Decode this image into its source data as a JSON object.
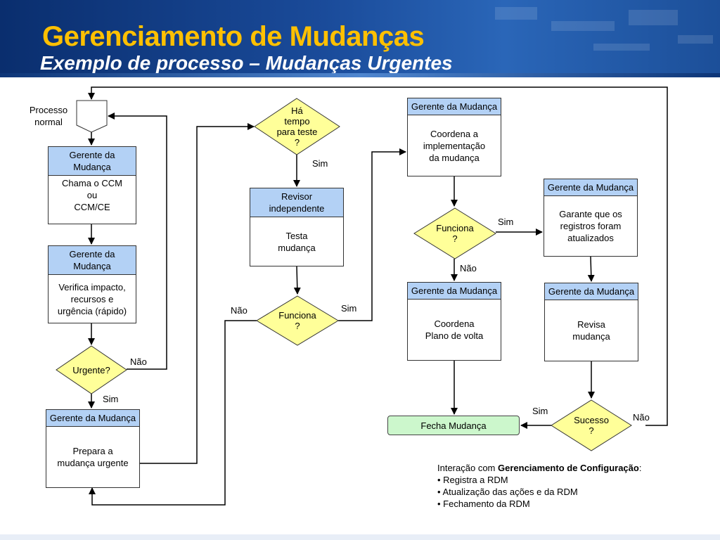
{
  "header": {
    "title": "Gerenciamento de Mudanças",
    "subtitle": "Exemplo de processo – Mudanças Urgentes"
  },
  "labels": {
    "normal_process": "Processo\nnormal",
    "sim": "Sim",
    "nao": "Não"
  },
  "nodes": {
    "b1": {
      "role": "Gerente da Mudança",
      "activity": "Chama o CCM\nou\nCCM/CE"
    },
    "b2": {
      "role": "Gerente da Mudança",
      "activity": "Verifica impacto,\nrecursos e\nurgência (rápido)"
    },
    "d_urgent": {
      "text": "Urgente?"
    },
    "b3": {
      "role": "Gerente da Mudança",
      "activity": "Prepara a\nmudança urgente"
    },
    "d_time": {
      "text": "Há\ntempo\npara teste\n?"
    },
    "b4": {
      "role": "Revisor\nindependente",
      "activity": "Testa\nmudança"
    },
    "d_works1": {
      "text": "Funciona\n?"
    },
    "b5": {
      "role": "Gerente da Mudança",
      "activity": "Coordena a\nimplementação\nda mudança"
    },
    "d_works2": {
      "text": "Funciona\n?"
    },
    "b6": {
      "role": "Gerente da Mudança",
      "activity": "Garante que os\nregistros foram\natualizados"
    },
    "b7": {
      "role": "Gerente da Mudança",
      "activity": "Coordena\nPlano de volta"
    },
    "b8": {
      "role": "Gerente da Mudança",
      "activity": "Revisa\nmudança"
    },
    "d_success": {
      "text": "Sucesso\n?"
    },
    "close": {
      "text": "Fecha Mudança"
    }
  },
  "note": {
    "intro": "Interação com",
    "bold": "Gerenciamento de Configuração",
    "colon": ":",
    "items": [
      "• Registra a RDM",
      "• Atualização das ações e da RDM",
      "• Fechamento da RDM"
    ]
  },
  "colors": {
    "title": "#ffc000",
    "header_bg": "#1a4b9a",
    "role_bg": "#b3d1f5",
    "diamond_fill": "#ffff99",
    "close_fill": "#ccf7cc"
  }
}
